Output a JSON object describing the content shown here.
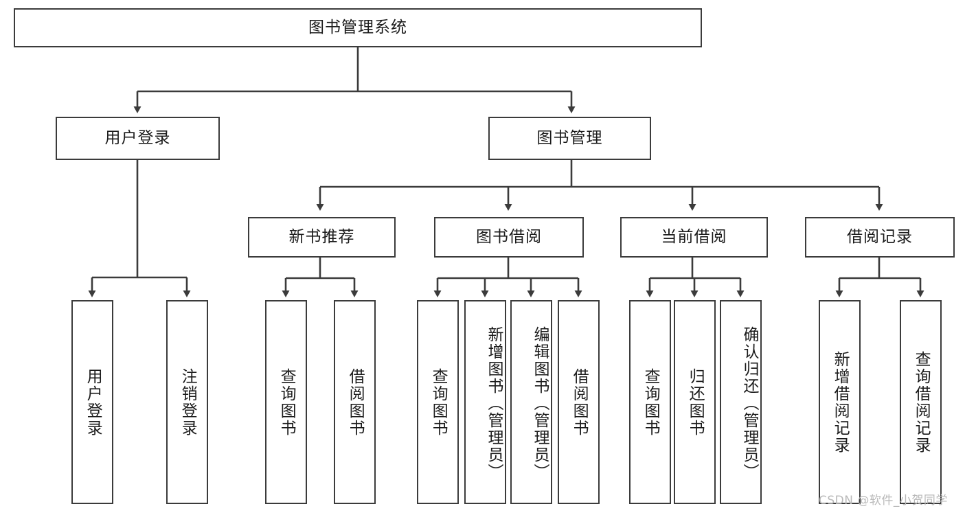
{
  "diagram": {
    "title": "图书管理系统",
    "type": "tree-diagram",
    "root": {
      "label": "图书管理系统"
    },
    "level2": [
      {
        "label": "用户登录"
      },
      {
        "label": "图书管理"
      }
    ],
    "level3": [
      {
        "label": "新书推荐"
      },
      {
        "label": "图书借阅"
      },
      {
        "label": "当前借阅"
      },
      {
        "label": "借阅记录"
      }
    ],
    "leaves": {
      "user_login": [
        {
          "label": "用户登录"
        },
        {
          "label": "注销登录"
        }
      ],
      "new_book_recommend": [
        {
          "label": "查询图书"
        },
        {
          "label": "借阅图书"
        }
      ],
      "book_borrow": [
        {
          "label": "查询图书"
        },
        {
          "label": "新增图书（管理员）"
        },
        {
          "label": "编辑图书（管理员）"
        },
        {
          "label": "借阅图书"
        }
      ],
      "current_borrow": [
        {
          "label": "查询图书"
        },
        {
          "label": "归还图书"
        },
        {
          "label": "确认归还（管理员）"
        }
      ],
      "borrow_records": [
        {
          "label": "新增借阅记录"
        },
        {
          "label": "查询借阅记录"
        }
      ]
    }
  },
  "watermark": {
    "text": "CSDN @软件_小贺同学"
  },
  "colors": {
    "border": "#3b3b3b",
    "background": "#ffffff",
    "text": "#1b1b1b",
    "watermark": "#b9b9b9"
  }
}
